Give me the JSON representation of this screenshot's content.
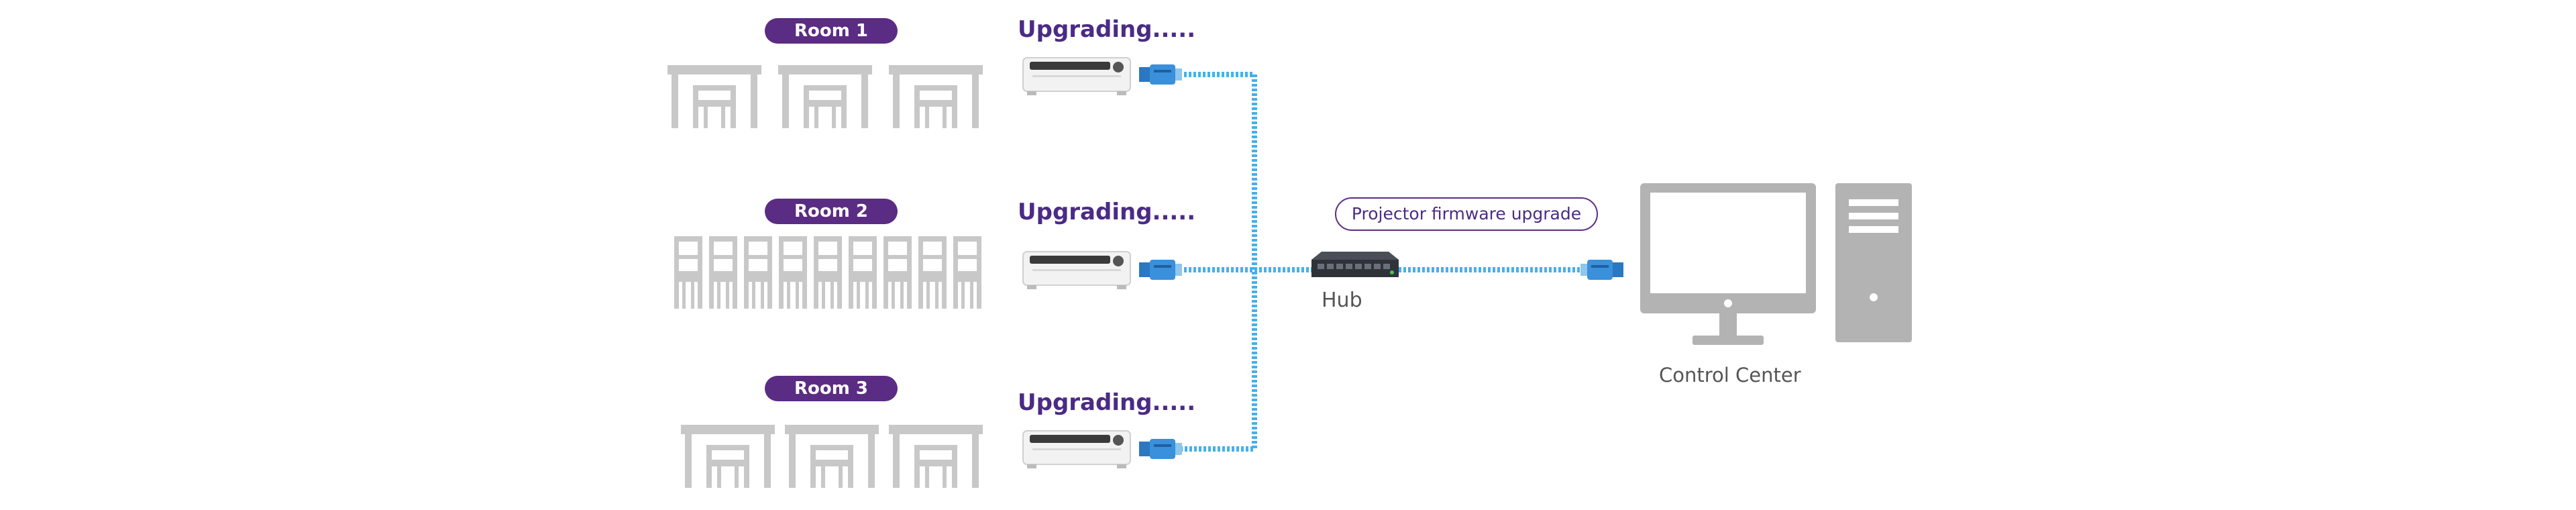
{
  "rooms": [
    {
      "label": "Room 1",
      "status": "Upgrading....."
    },
    {
      "label": "Room 2",
      "status": "Upgrading....."
    },
    {
      "label": "Room 3",
      "status": "Upgrading....."
    }
  ],
  "hub": {
    "label": "Hub"
  },
  "callout": {
    "label": "Projector firmware upgrade"
  },
  "control_center": {
    "label": "Control Center"
  },
  "colors": {
    "accent_purple": "#5b2c83",
    "cable_blue": "#3aa0e0",
    "furniture_gray": "#c8c8c8",
    "computer_gray": "#b3b3b3"
  }
}
